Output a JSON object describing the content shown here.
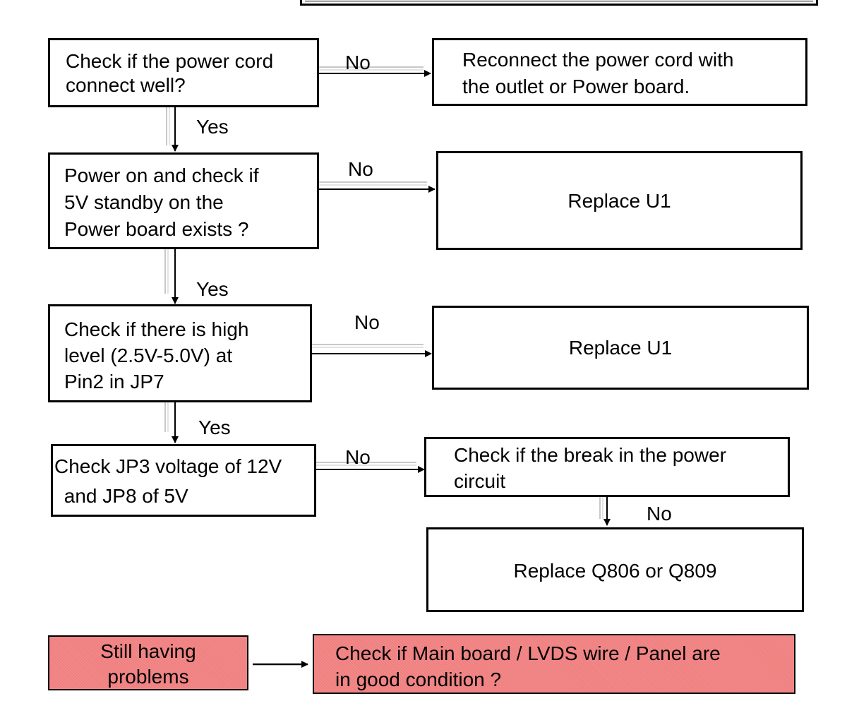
{
  "nodes": {
    "power_cord_check": [
      "Check if the power cord",
      "connect well?"
    ],
    "reconnect": [
      "Reconnect the power cord with",
      "the outlet or Power board."
    ],
    "standby_check": [
      "Power on and check if",
      "5V standby on the",
      "Power board exists ?"
    ],
    "replace_u1_a": [
      "Replace U1"
    ],
    "high_level_check": [
      "Check if there is  high",
      "level (2.5V-5.0V) at",
      "Pin2 in JP7"
    ],
    "replace_u1_b": [
      "Replace U1"
    ],
    "jp3_check": [
      "Check JP3 voltage of 12V",
      " and JP8 of 5V"
    ],
    "break_check": [
      "Check if the break in the power",
      "circuit"
    ],
    "replace_q": [
      "Replace Q806 or Q809"
    ],
    "still_problems": [
      "Still having",
      "problems"
    ],
    "main_board_check": [
      "Check if Main board / LVDS wire / Panel are",
      "in good condition ?"
    ]
  },
  "edge_labels": {
    "no_1": "No",
    "yes_1": "Yes",
    "no_2": "No",
    "yes_2": "Yes",
    "no_3": "No",
    "yes_3": "Yes",
    "no_4": "No",
    "no_5": "No"
  }
}
